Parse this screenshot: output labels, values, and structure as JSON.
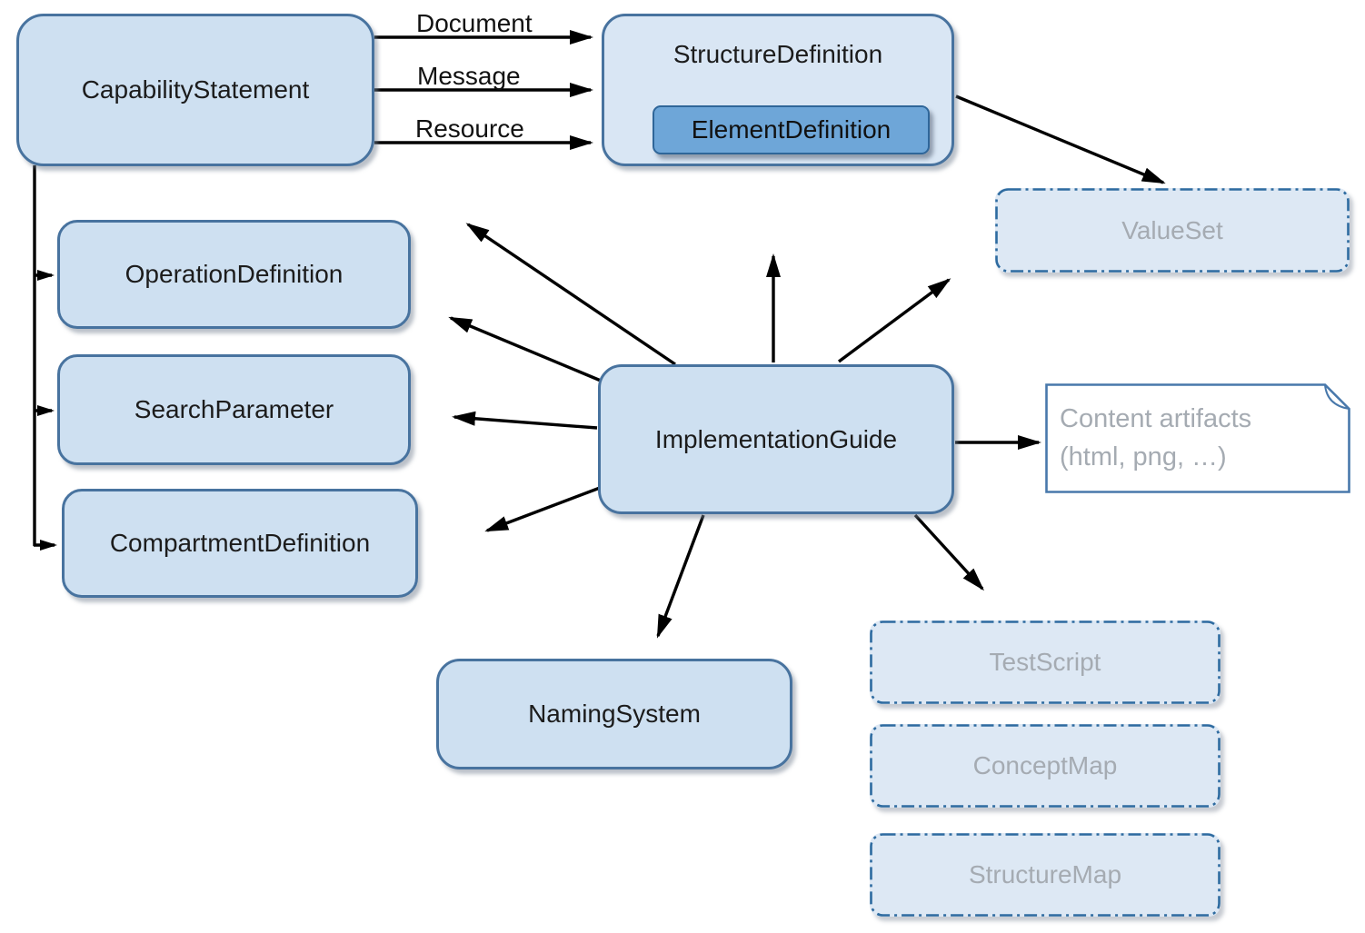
{
  "diagram": {
    "nodes": {
      "capability_statement": "CapabilityStatement",
      "structure_definition": "StructureDefinition",
      "element_definition": "ElementDefinition",
      "operation_definition": "OperationDefinition",
      "search_parameter": "SearchParameter",
      "compartment_definition": "CompartmentDefinition",
      "implementation_guide": "ImplementationGuide",
      "naming_system": "NamingSystem",
      "value_set": "ValueSet",
      "test_script": "TestScript",
      "concept_map": "ConceptMap",
      "structure_map": "StructureMap",
      "content_artifacts_line1": "Content artifacts",
      "content_artifacts_line2": "(html, png, …)"
    },
    "edge_labels": {
      "document": "Document",
      "message": "Message",
      "resource": "Resource"
    },
    "colors": {
      "node_fill": "#cee0f1",
      "node_border": "#48739f",
      "structure_definition_fill": "#d9e6f4",
      "element_definition_fill": "#6ea6d8",
      "element_definition_border": "#2f6699",
      "ghost_fill": "#dde8f4",
      "ghost_border": "#2e6ba0",
      "ghost_text": "#a5abb2",
      "note_fill": "#ffffff",
      "note_border": "#4878ab",
      "arrow": "#000000"
    }
  }
}
